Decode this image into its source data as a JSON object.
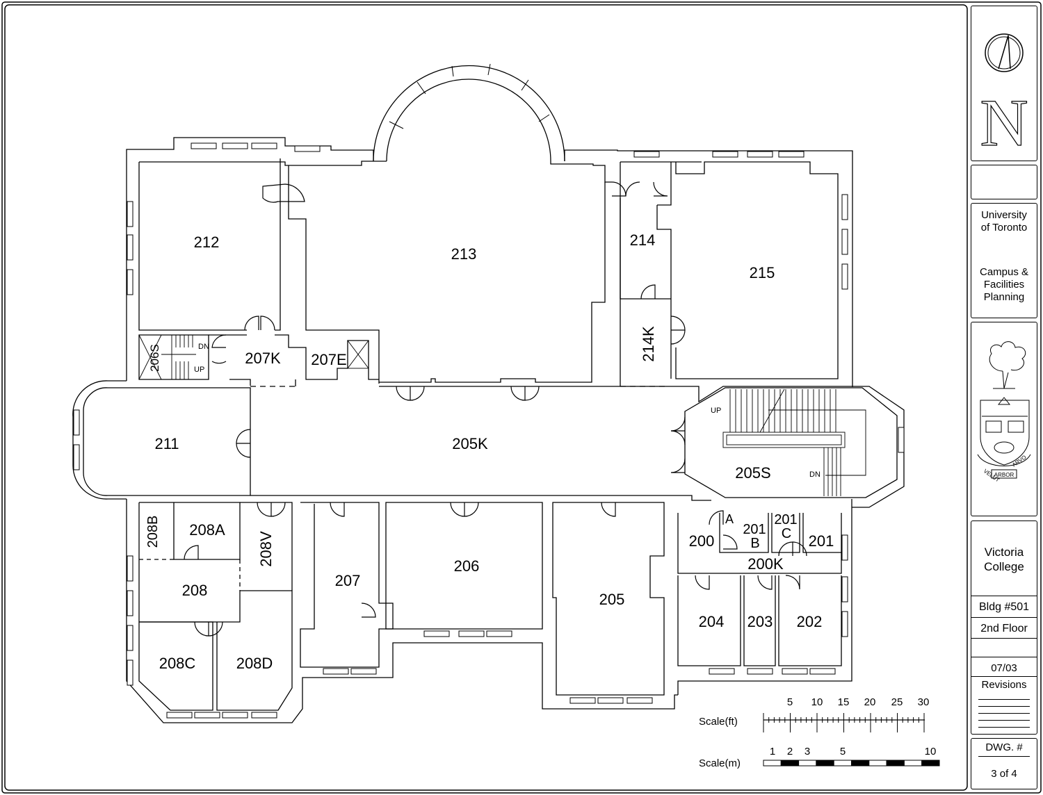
{
  "title_block": {
    "north_letter": "N",
    "university": "University of Toronto",
    "department": "Campus & Facilities Planning",
    "college": "Victoria College",
    "building": "Bldg #501",
    "floor": "2nd Floor",
    "date": "07/03",
    "revisions_label": "Revisions",
    "dwg_label": "DWG. #",
    "dwg_number": "3 of 4",
    "crest_motto_left": "VELUT",
    "crest_motto_right": "ARVO",
    "crest_motto_bottom": "ARBOR"
  },
  "rooms": [
    {
      "id": "212"
    },
    {
      "id": "213"
    },
    {
      "id": "214"
    },
    {
      "id": "215"
    },
    {
      "id": "206S"
    },
    {
      "id": "207K"
    },
    {
      "id": "207E"
    },
    {
      "id": "214K"
    },
    {
      "id": "211"
    },
    {
      "id": "205K"
    },
    {
      "id": "205S"
    },
    {
      "id": "208B"
    },
    {
      "id": "208A"
    },
    {
      "id": "208V"
    },
    {
      "id": "208"
    },
    {
      "id": "208C"
    },
    {
      "id": "208D"
    },
    {
      "id": "207"
    },
    {
      "id": "206"
    },
    {
      "id": "205"
    },
    {
      "id": "A"
    },
    {
      "id": "200"
    },
    {
      "id": "201 B"
    },
    {
      "id": "201 C"
    },
    {
      "id": "201"
    },
    {
      "id": "200K"
    },
    {
      "id": "204"
    },
    {
      "id": "203"
    },
    {
      "id": "202"
    }
  ],
  "stair_labels": {
    "up": "UP",
    "dn": "DN"
  },
  "scale_ft": {
    "label": "Scale(ft)",
    "ticks": [
      "5",
      "10",
      "15",
      "20",
      "25",
      "30"
    ]
  },
  "scale_m": {
    "label": "Scale(m)",
    "ticks": [
      "1",
      "2",
      "3",
      "5",
      "10"
    ]
  }
}
